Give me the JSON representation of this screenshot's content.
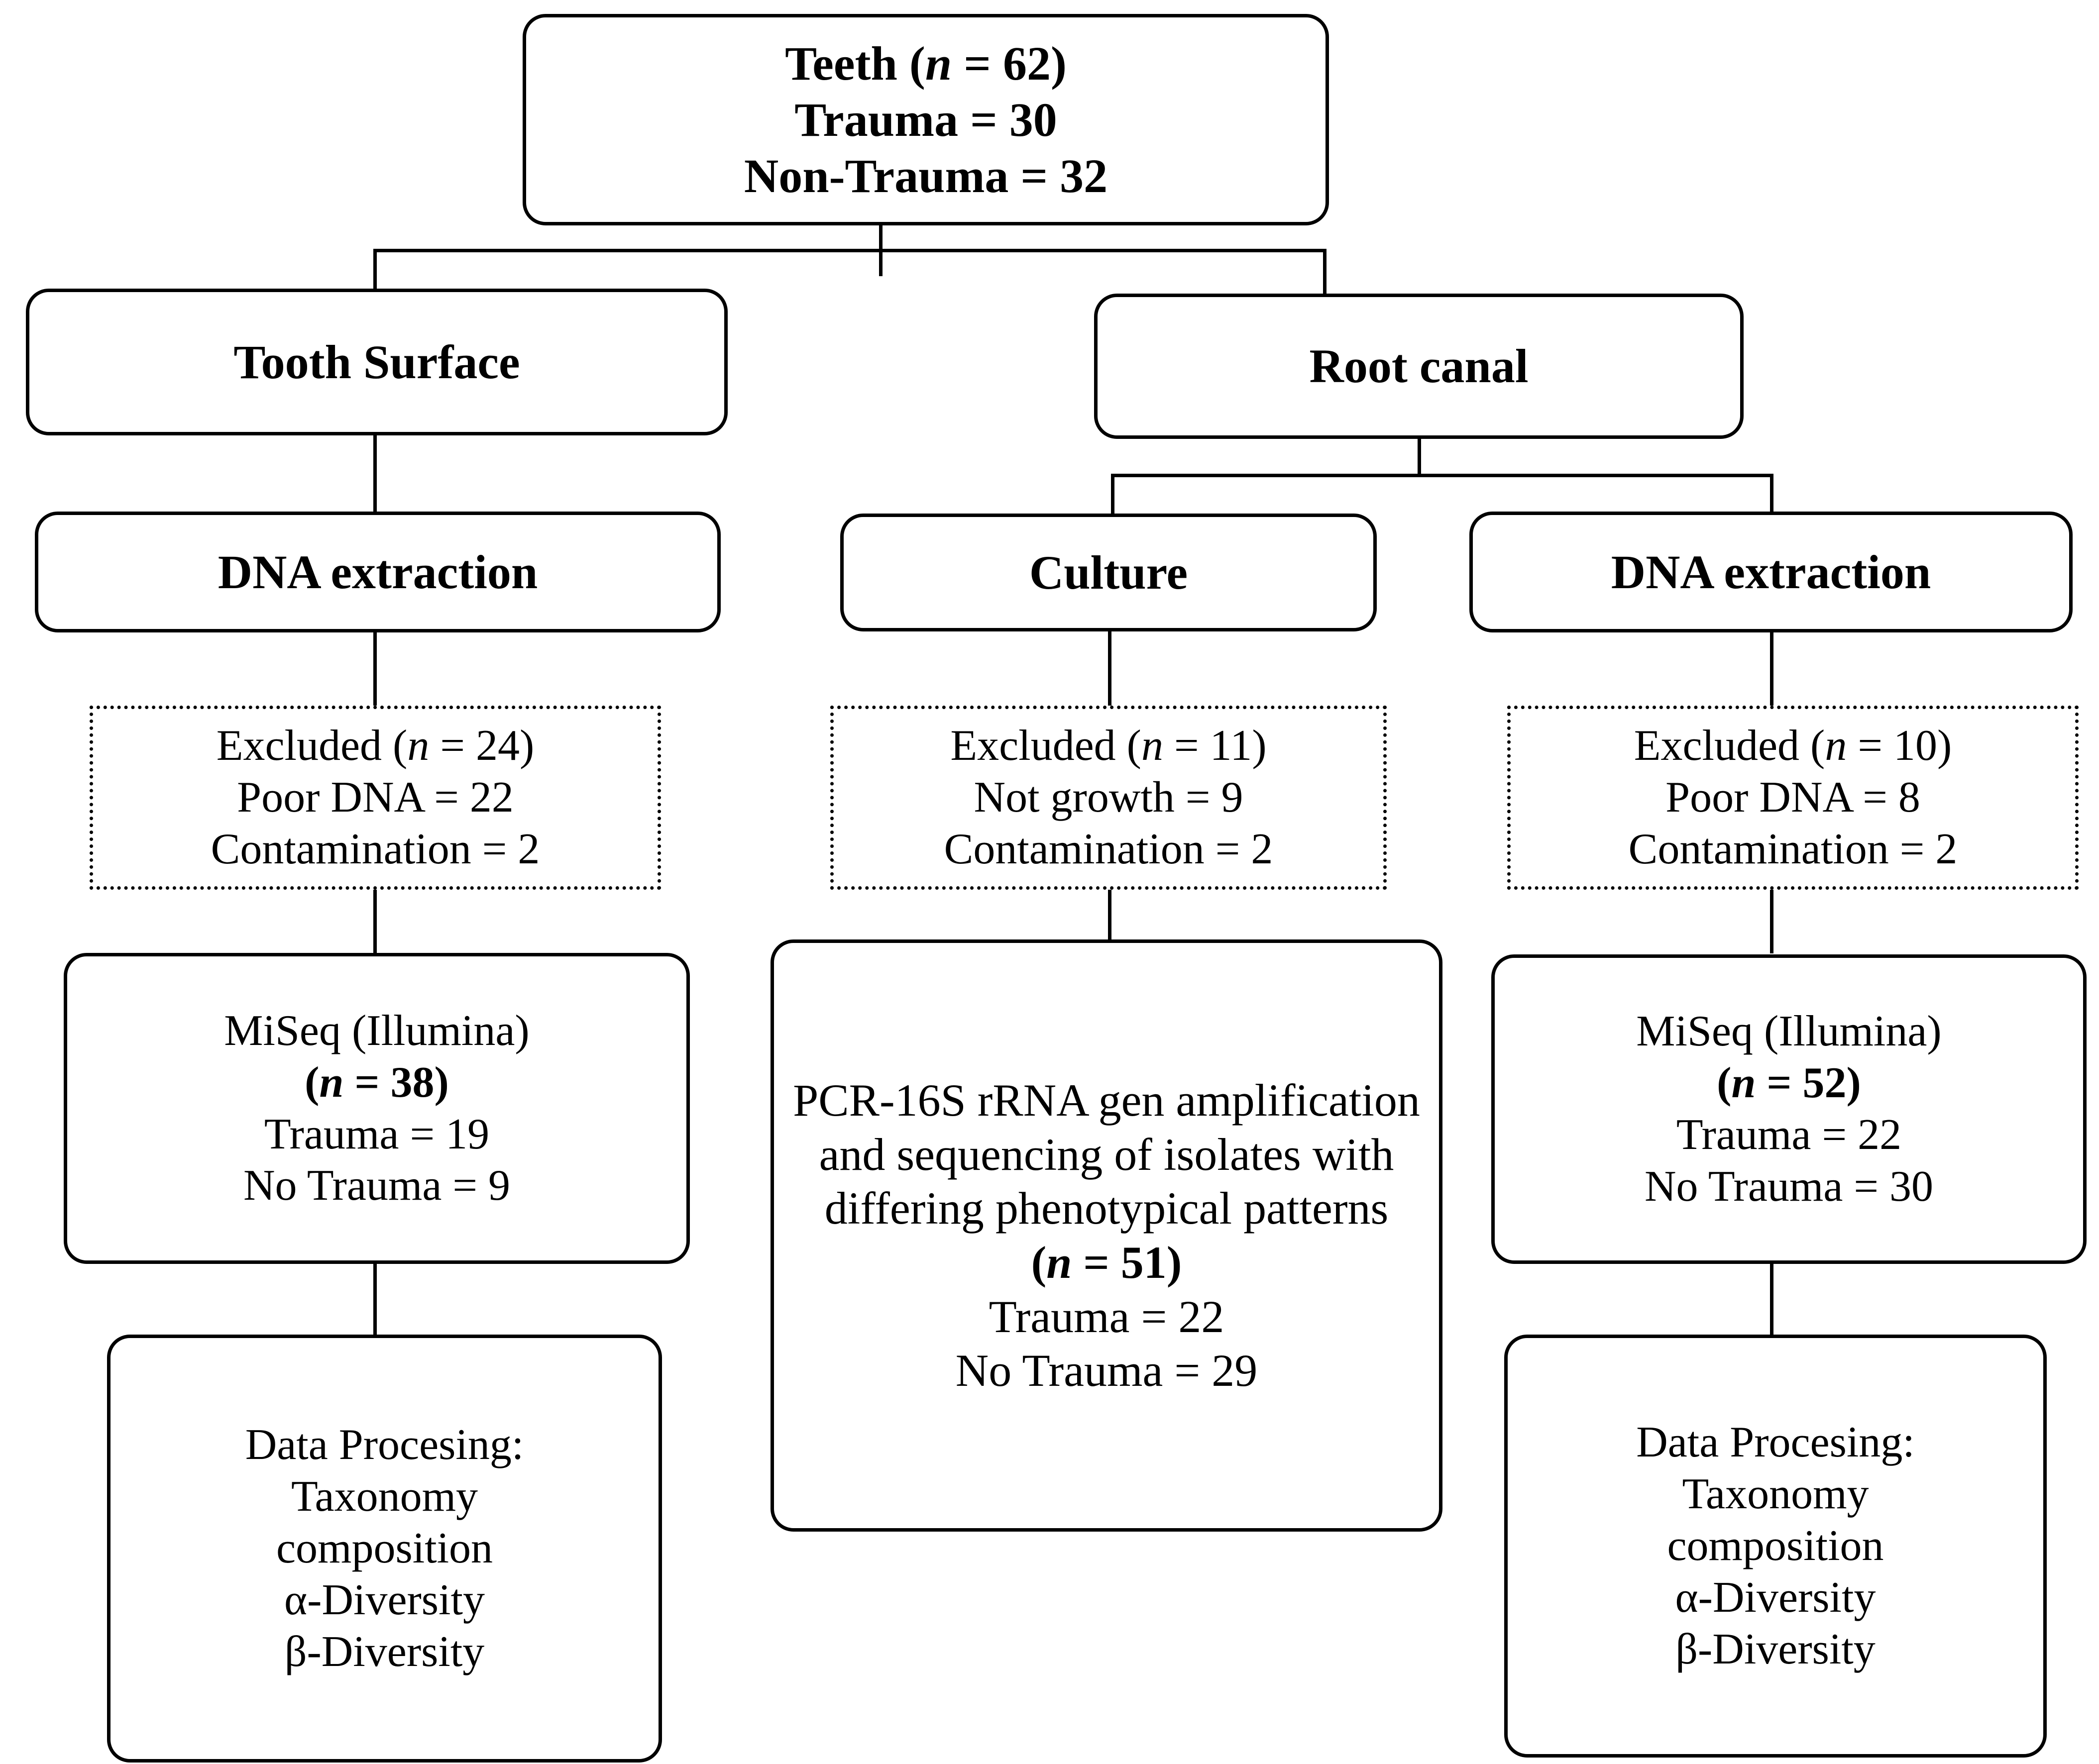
{
  "figure": {
    "type": "flowchart",
    "title": "Study workflow of teeth sampling, processing and analysis"
  },
  "nodes": {
    "teeth": {
      "label": "Teeth",
      "lines": [
        {
          "text": "Teeth (",
          "em": "n",
          "rest": " = 62)"
        },
        {
          "text": "Trauma  = 30"
        },
        {
          "text": "Non-Trauma  = 32"
        }
      ],
      "l1_pre": "Teeth (",
      "l1_em": "n",
      "l1_post": " = 62)",
      "l2": "Trauma  = 30",
      "l3": "Non-Trauma  = 32"
    },
    "tooth_surface": {
      "label": "Tooth  Surface"
    },
    "root_canal": {
      "label": "Root canal"
    },
    "dna_extraction_left": {
      "label": "DNA extraction"
    },
    "culture": {
      "label": "Culture"
    },
    "dna_extraction_right": {
      "label": "DNA extraction"
    },
    "excluded_left": {
      "l1_pre": "Excluded (",
      "l1_em": "n",
      "l1_post": " = 24)",
      "l2": "Poor DNA = 22",
      "l3": "Contamination = 2"
    },
    "excluded_mid": {
      "l1_pre": "Excluded (",
      "l1_em": "n",
      "l1_post": " = 11)",
      "l2": "Not growth = 9",
      "l3": "Contamination = 2"
    },
    "excluded_right": {
      "l1_pre": "Excluded (",
      "l1_em": "n",
      "l1_post": " = 10)",
      "l2": "Poor DNA = 8",
      "l3": "Contamination = 2"
    },
    "miseq_left": {
      "l1": "MiSeq (Illumina)",
      "l2_pre": "(",
      "l2_em": "n",
      "l2_post": " = 38)",
      "l3": "Trauma  = 19",
      "l4": "No Trauma  = 9"
    },
    "pcr_center": {
      "body": "PCR-16S  rRNA gen amplification  and sequencing  of isolates with differing phenotypical  patterns",
      "l_np_pre": "(",
      "l_np_em": "n",
      "l_np_post": " = 51)",
      "l_trauma": "Trauma  = 22",
      "l_notrauma": "No Trauma  = 29"
    },
    "miseq_right": {
      "l1": "MiSeq (Illumina)",
      "l2_pre": "(",
      "l2_em": "n",
      "l2_post": " = 52)",
      "l3": "Trauma  = 22",
      "l4": "No Trauma  = 30"
    },
    "data_processing_left": {
      "l1": "Data Procesing:",
      "l2": "Taxonomy",
      "l3": "composition",
      "l4": "α-Diversity",
      "l5": "β-Diversity"
    },
    "data_processing_right": {
      "l1": "Data Procesing:",
      "l2": "Taxonomy",
      "l3": "composition",
      "l4": "α-Diversity",
      "l5": "β-Diversity"
    }
  },
  "colors": {
    "line": "#000000",
    "background": "#ffffff",
    "text": "#000000"
  }
}
